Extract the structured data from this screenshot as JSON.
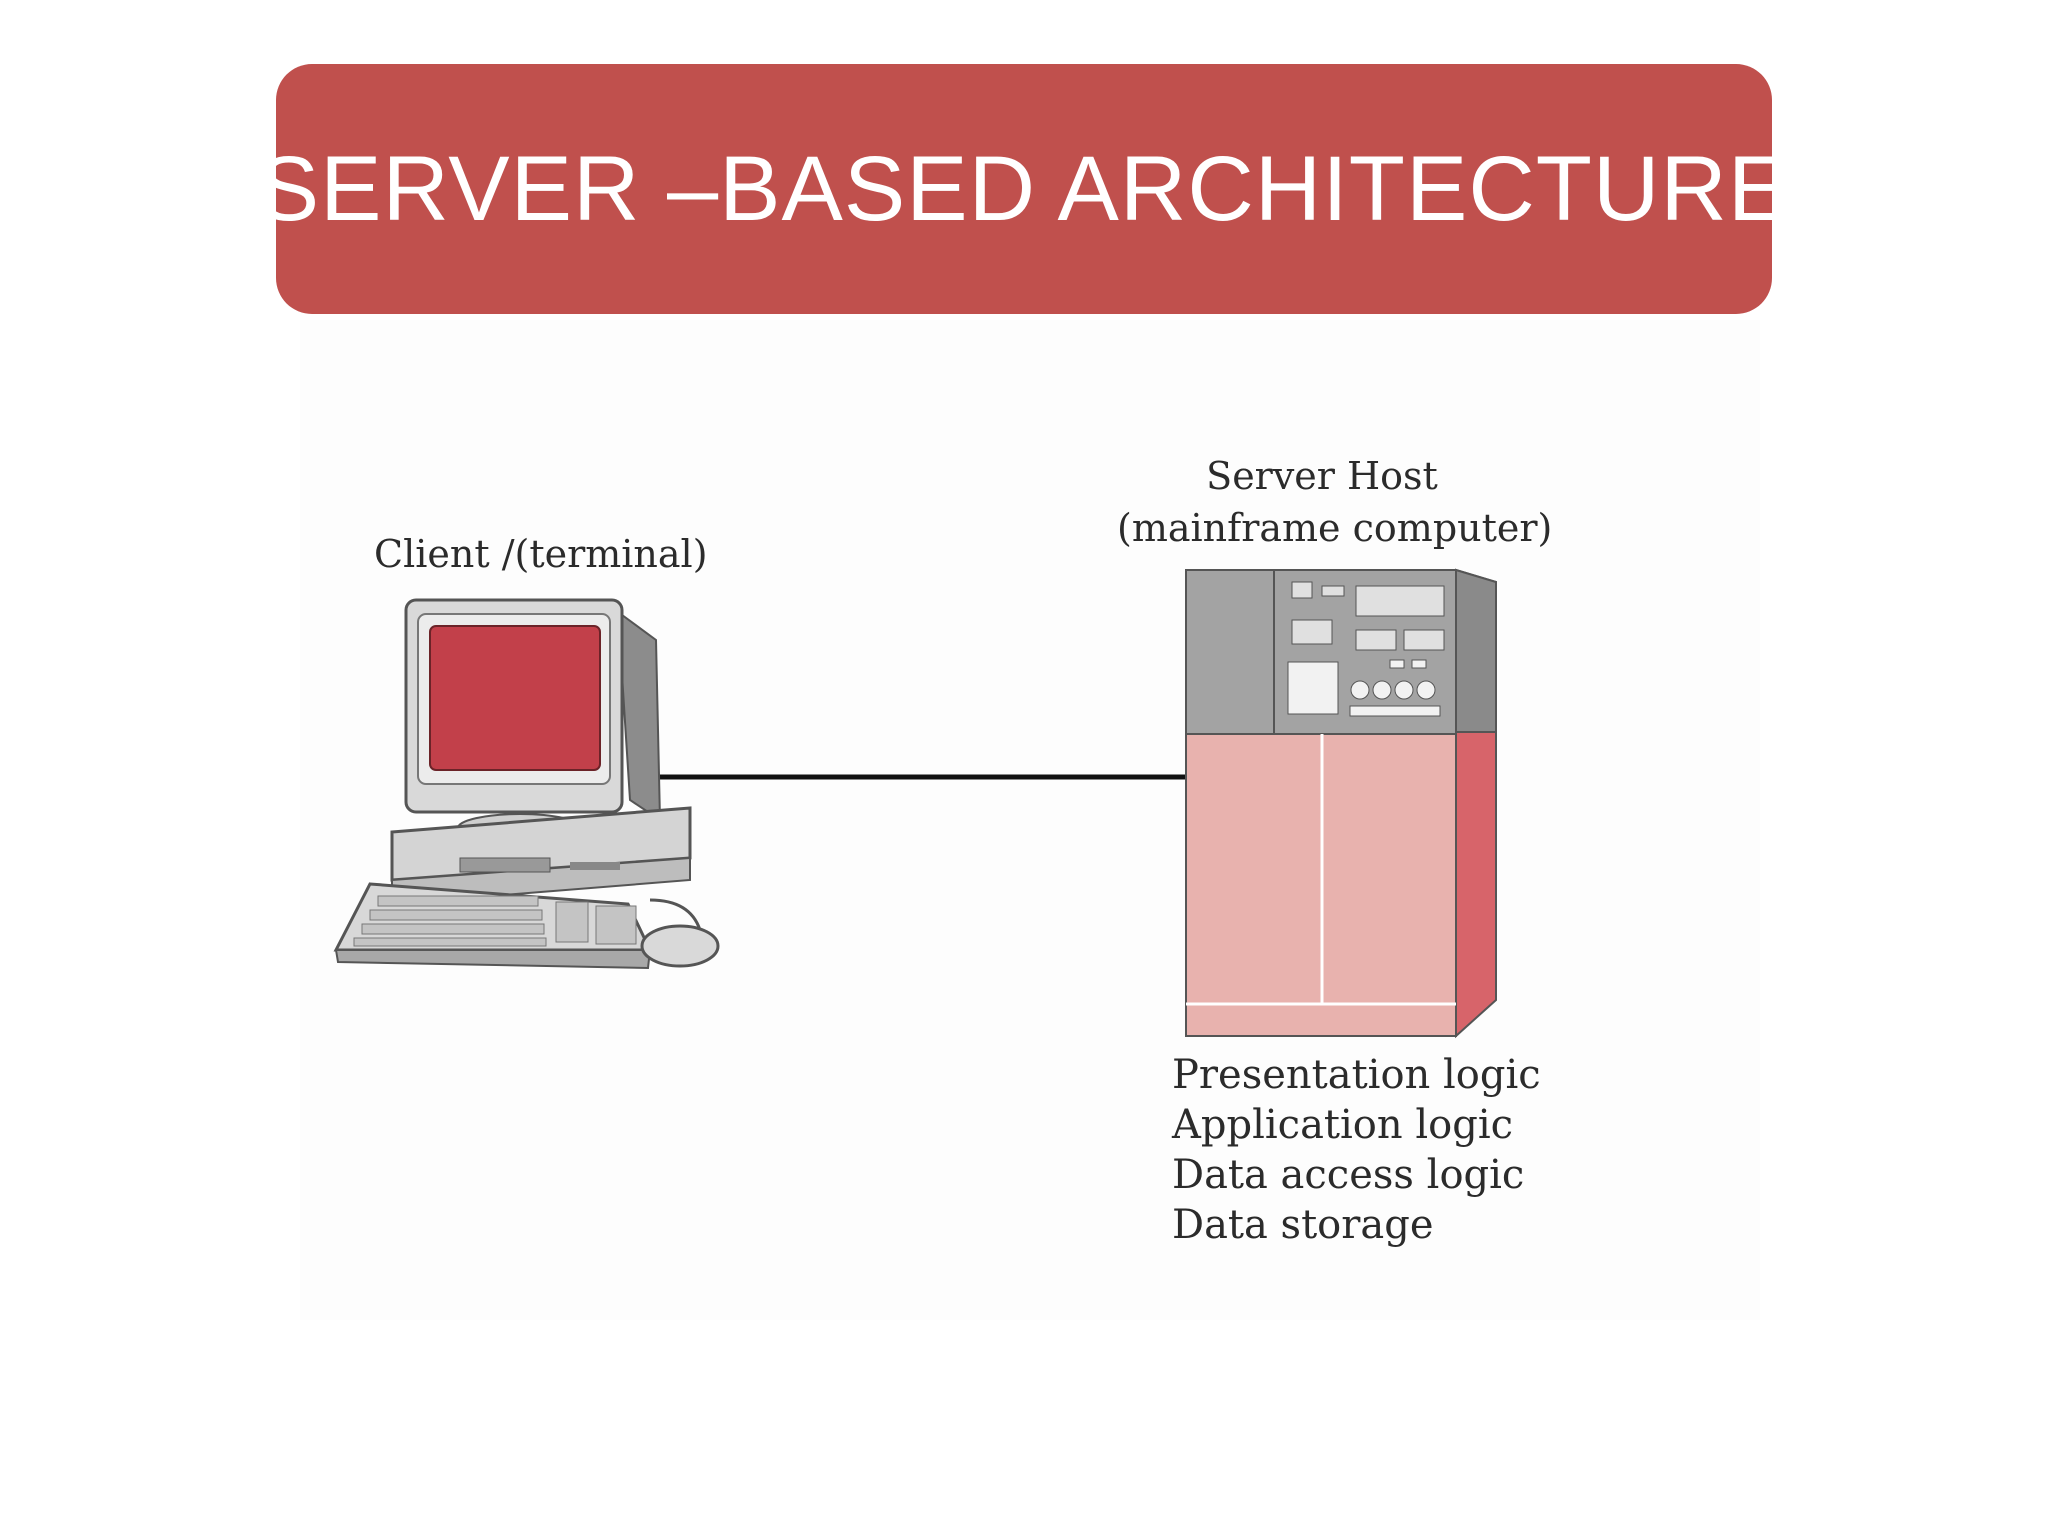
{
  "title": "SERVER –BASED ARCHITECTURE",
  "client": {
    "label": "Client /(terminal)"
  },
  "server": {
    "label_line1": "Server Host",
    "label_line2": "(mainframe computer)"
  },
  "logic_layers": [
    "Presentation logic",
    "Application logic",
    "Data access logic",
    "Data storage"
  ],
  "colors": {
    "banner": "#c0504d",
    "screen": "#c2404a",
    "server_front": "#e8b2ae",
    "server_side": "#d7646a",
    "server_top": "#9c9c9c"
  }
}
